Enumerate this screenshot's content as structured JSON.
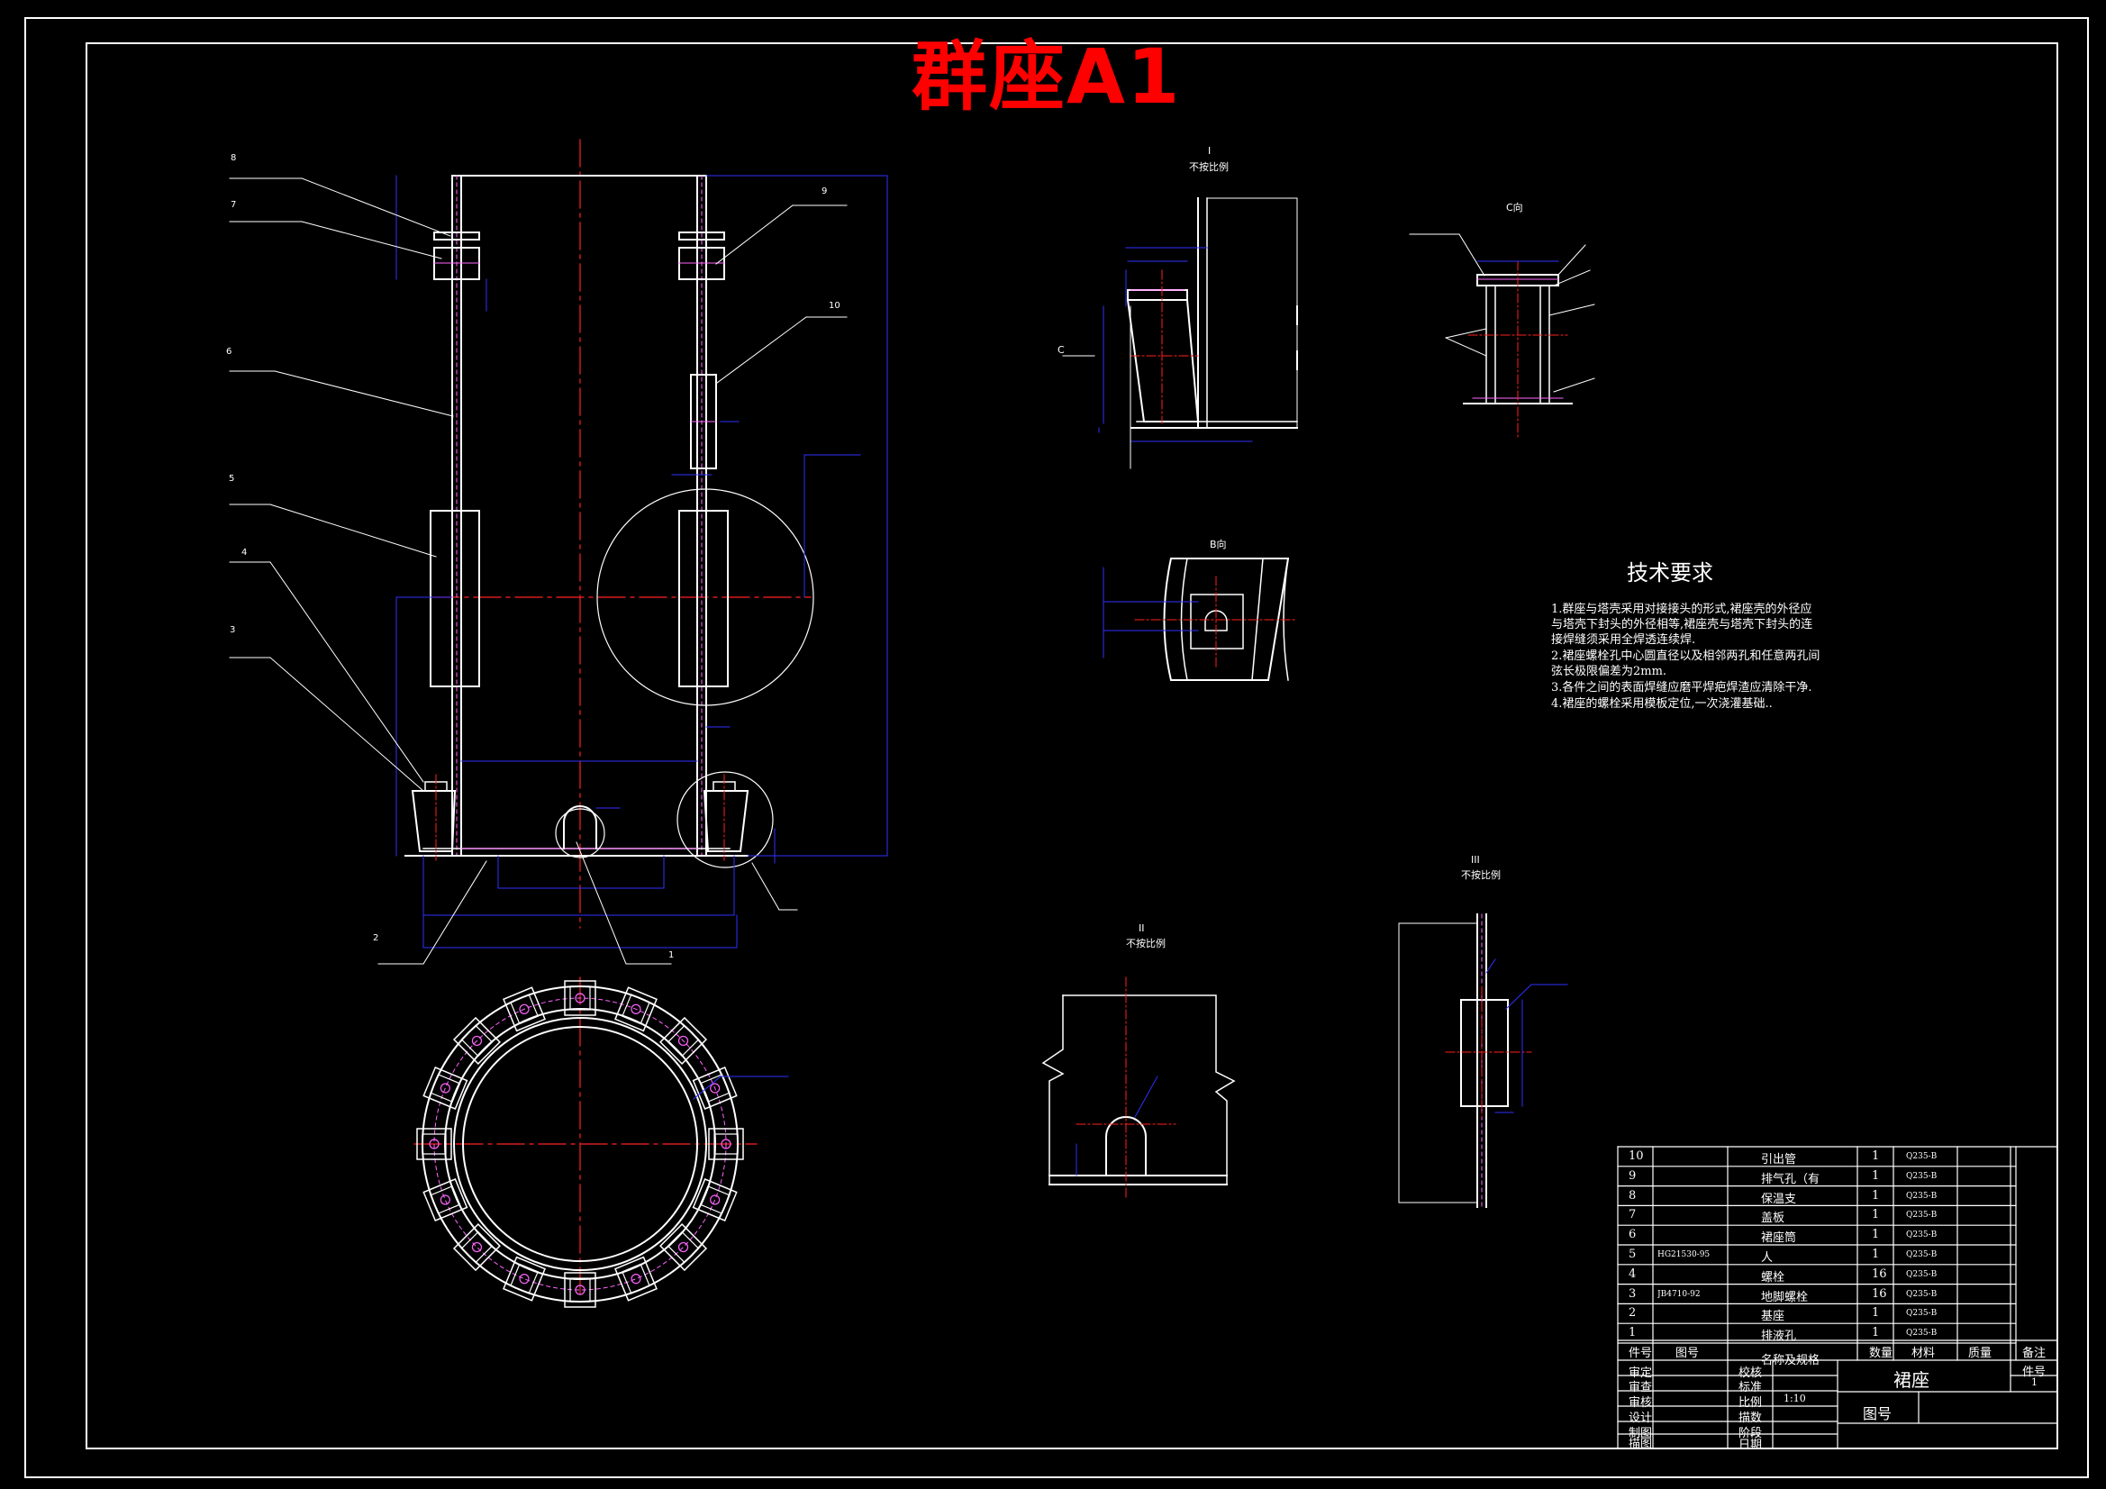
{
  "title": "群座A1",
  "tech": {
    "heading": "技术要求",
    "lines": [
      "1.群座与塔壳采用对接接头的形式,裙座壳的外径应",
      "与塔壳下封头的外径相等,裙座壳与塔壳下封头的连",
      "接焊缝须采用全焊透连续焊.",
      "2.裙座螺栓孔中心圆直径以及相邻两孔和任意两孔间",
      "弦长极限偏差为2mm.",
      "3.各件之间的表面焊缝应磨平焊疤焊渣应清除干净.",
      "4.裙座的螺栓采用模板定位,一次浇灌基础.."
    ]
  },
  "views": {
    "detail_i": {
      "label": "I",
      "note": "不按比例"
    },
    "view_c": {
      "label": "C向"
    },
    "view_b": {
      "label": "B向"
    },
    "detail_ii": {
      "label": "II",
      "note": "不按比例"
    },
    "detail_iii": {
      "label": "III",
      "note": "不按比例"
    }
  },
  "part_numbers": [
    "8",
    "7",
    "6",
    "5",
    "4",
    "3",
    "2",
    "1",
    "9",
    "10"
  ],
  "marks": {
    "c": "C",
    "scale_value": "1:10"
  },
  "bom": {
    "rows": [
      {
        "no": "10",
        "code": "",
        "name": "引出管",
        "qty": "1",
        "mat": "Q235-B"
      },
      {
        "no": "9",
        "code": "",
        "name": "排气孔（有",
        "qty": "1",
        "mat": "Q235-B"
      },
      {
        "no": "8",
        "code": "",
        "name": "保温支",
        "qty": "1",
        "mat": "Q235-B"
      },
      {
        "no": "7",
        "code": "",
        "name": "盖板",
        "qty": "1",
        "mat": "Q235-B"
      },
      {
        "no": "6",
        "code": "",
        "name": "裙座筒",
        "qty": "1",
        "mat": "Q235-B"
      },
      {
        "no": "5",
        "code": "HG21530-95",
        "name": "人",
        "qty": "1",
        "mat": "Q235-B"
      },
      {
        "no": "4",
        "code": "",
        "name": "螺栓",
        "qty": "16",
        "mat": "Q235-B"
      },
      {
        "no": "3",
        "code": "JB4710-92",
        "name": "地脚螺栓",
        "qty": "16",
        "mat": "Q235-B"
      },
      {
        "no": "2",
        "code": "",
        "name": "基座",
        "qty": "1",
        "mat": "Q235-B"
      },
      {
        "no": "1",
        "code": "",
        "name": "排液孔",
        "qty": "1",
        "mat": "Q235-B"
      }
    ],
    "header": {
      "no": "件号",
      "code": "图号",
      "name": "名称及规格",
      "qty": "数量",
      "mat": "材料",
      "mass": "质量",
      "remark": "备注"
    },
    "title_block": {
      "roles": [
        "审定",
        "审查",
        "审核",
        "设计",
        "制图",
        "描图"
      ],
      "fields": [
        "校核",
        "标准",
        "比例",
        "描数",
        "阶段",
        "日期"
      ],
      "drawing_name": "裙座",
      "drawing_no_label": "图号",
      "part_no_label": "件号",
      "part_no_value": "1"
    }
  }
}
